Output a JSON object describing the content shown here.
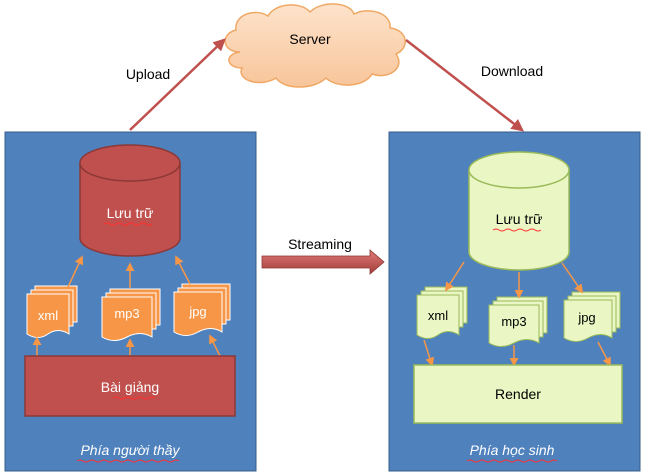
{
  "server": {
    "label": "Server"
  },
  "arrows": {
    "upload": "Upload",
    "download": "Download",
    "streaming": "Streaming"
  },
  "teacher": {
    "caption": "Phía người thầy",
    "storage": "Lưu trữ",
    "files": [
      "xml",
      "mp3",
      "jpg"
    ],
    "lecture": "Bài giảng"
  },
  "student": {
    "caption": "Phía học sinh",
    "storage": "Lưu trữ",
    "files": [
      "xml",
      "mp3",
      "jpg"
    ],
    "render": "Render"
  },
  "colors": {
    "panel": "#4f81bd",
    "panel_border": "#385d8a",
    "red_fill": "#c0504d",
    "red_border": "#8c3836",
    "orange": "#f79646",
    "green_fill": "#eaf6c4",
    "green_border": "#9bbb59",
    "arrow_red": "#c0504d",
    "cloud_fill": "#fbd7b6"
  }
}
